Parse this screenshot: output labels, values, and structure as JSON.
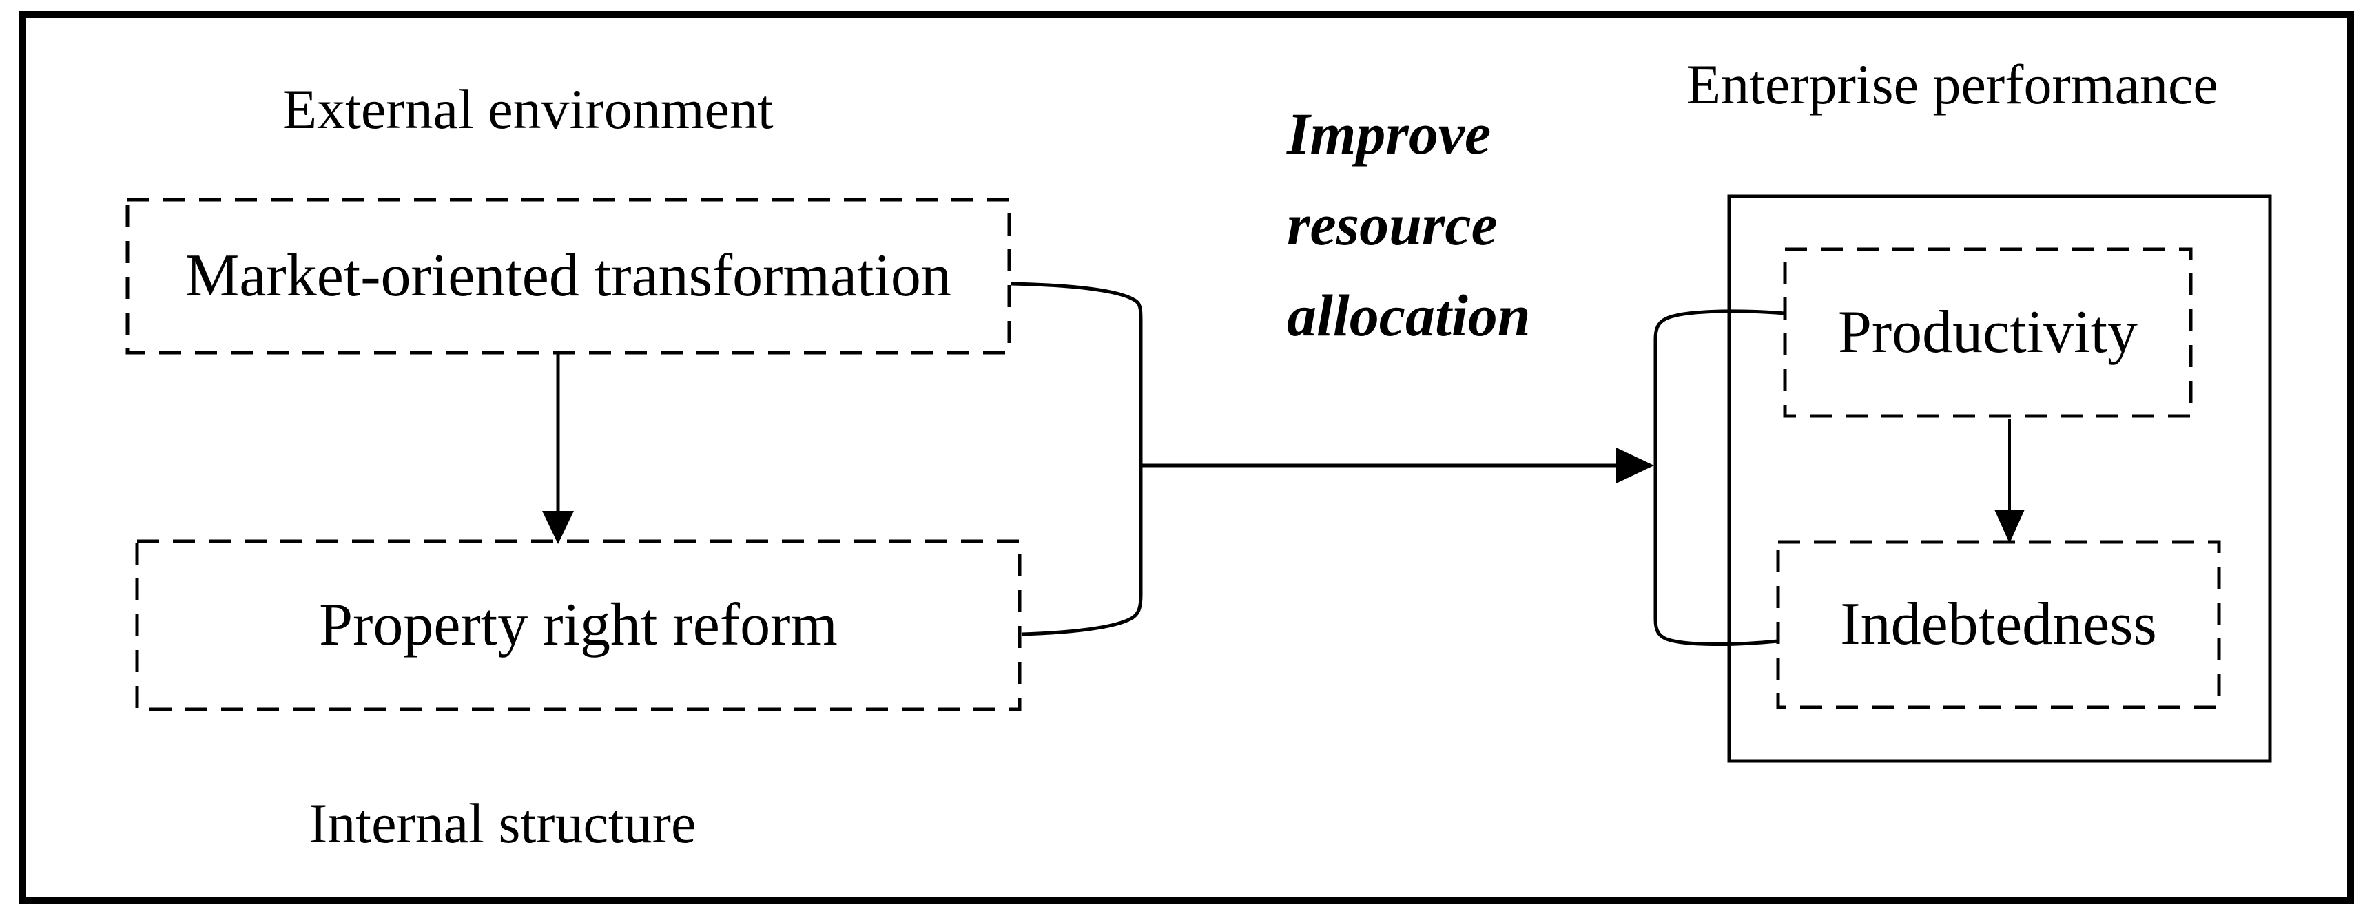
{
  "figure": {
    "type": "conceptual-diagram",
    "background_color": "#ffffff",
    "line_color": "#000000"
  },
  "labels": {
    "external_environment": "External environment",
    "internal_structure": "Internal structure",
    "enterprise_performance": "Enterprise performance",
    "improve_resource_allocation": "Improve resource allocation"
  },
  "boxes": {
    "market_oriented_transformation": {
      "label": "Market-oriented transformation",
      "border": "dashed"
    },
    "property_right_reform": {
      "label": "Property right reform",
      "border": "dashed"
    },
    "productivity": {
      "label": "Productivity",
      "border": "dashed"
    },
    "indebtedness": {
      "label": "Indebtedness",
      "border": "dashed"
    },
    "enterprise_performance_group": {
      "label": "",
      "border": "solid"
    }
  },
  "edges": [
    {
      "from": "market_oriented_transformation",
      "to": "property_right_reform",
      "type": "arrow-down"
    },
    {
      "from": "market_oriented_transformation + property_right_reform",
      "to": "productivity + indebtedness",
      "type": "arrow-right",
      "annotation": "Improve resource allocation"
    },
    {
      "from": "productivity",
      "to": "indebtedness",
      "type": "arrow-down"
    }
  ]
}
